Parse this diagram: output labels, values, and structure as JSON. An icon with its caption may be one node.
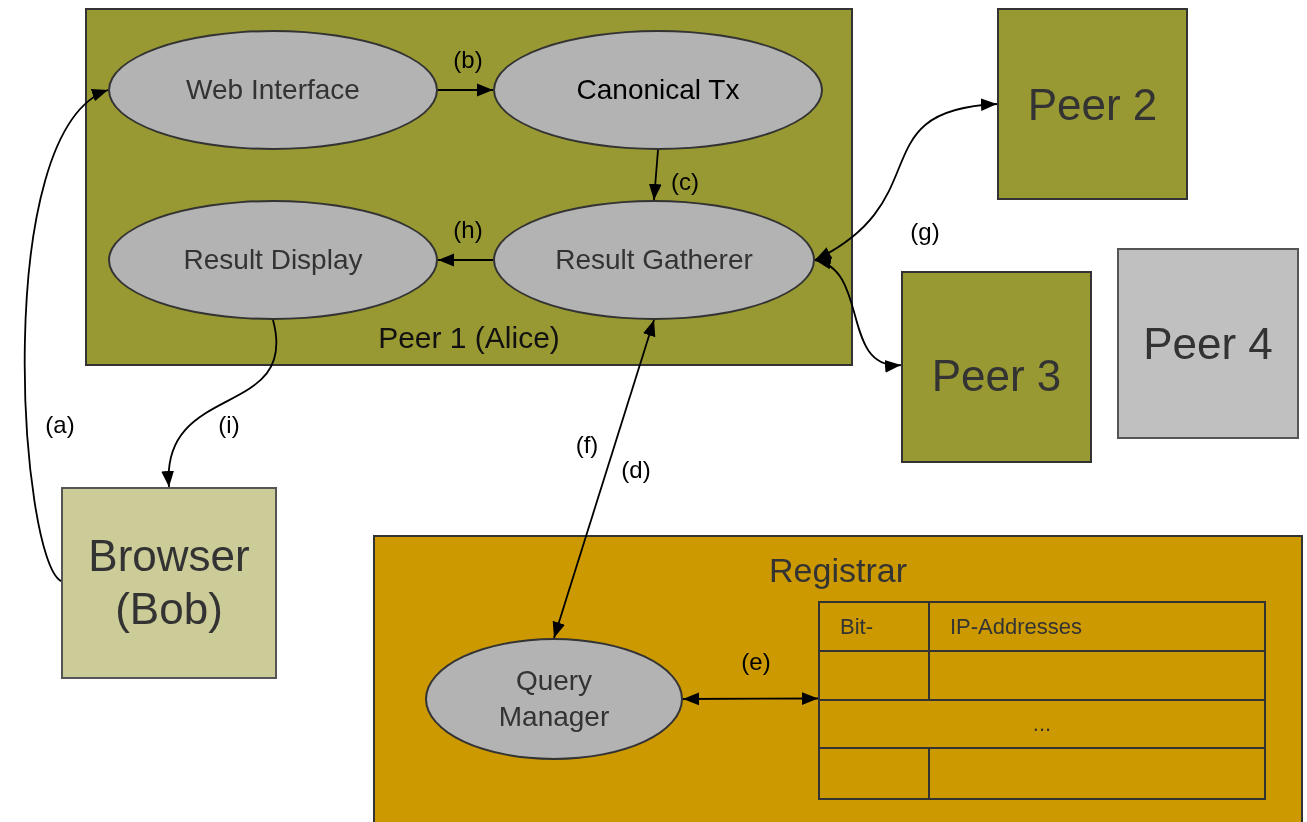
{
  "diagram": {
    "nodes": [
      {
        "text": [
          "Peer 1 (Alice)"
        ]
      },
      {
        "text": [
          "Web Interface"
        ],
        "in": 0
      },
      {
        "text": [
          "Canonical Tx"
        ],
        "in": 0
      },
      {
        "text": [
          "Result Display"
        ],
        "in": 0
      },
      {
        "text": [
          "Result Gatherer"
        ],
        "in": 0
      },
      {
        "text": [
          "Peer 2"
        ]
      },
      {
        "text": [
          "Peer 3"
        ]
      },
      {
        "text": [
          "Peer 4"
        ]
      },
      {
        "text": [
          "Browser (Bob)"
        ]
      },
      {
        "text": [
          "Registrar"
        ]
      },
      {
        "text": [
          "Query Manager"
        ],
        "in": 9
      },
      {
        "text": [
          "Bit-",
          "IP-Addresses",
          "..."
        ],
        "in": 9
      }
    ],
    "edges": [
      {
        "from": 8,
        "to": 1,
        "arrow": "to",
        "label": "(a)"
      },
      {
        "from": 1,
        "to": 2,
        "arrow": "to",
        "label": "(b)"
      },
      {
        "from": 2,
        "to": 4,
        "arrow": "to",
        "label": "(c)"
      },
      {
        "from": 4,
        "to": 3,
        "arrow": "to",
        "label": "(h)"
      },
      {
        "from": 3,
        "to": 8,
        "arrow": "to",
        "label": "(i)"
      },
      {
        "from": 4,
        "to": 5,
        "arrow": "both",
        "label": "(g)"
      },
      {
        "from": 4,
        "to": 6,
        "arrow": "both"
      },
      {
        "from": 10,
        "to": 4,
        "arrow": "both",
        "label": "(d)"
      },
      {
        "from": 10,
        "to": 11,
        "arrow": "both",
        "label": "(e)"
      }
    ],
    "labels": [
      "(f)"
    ]
  }
}
